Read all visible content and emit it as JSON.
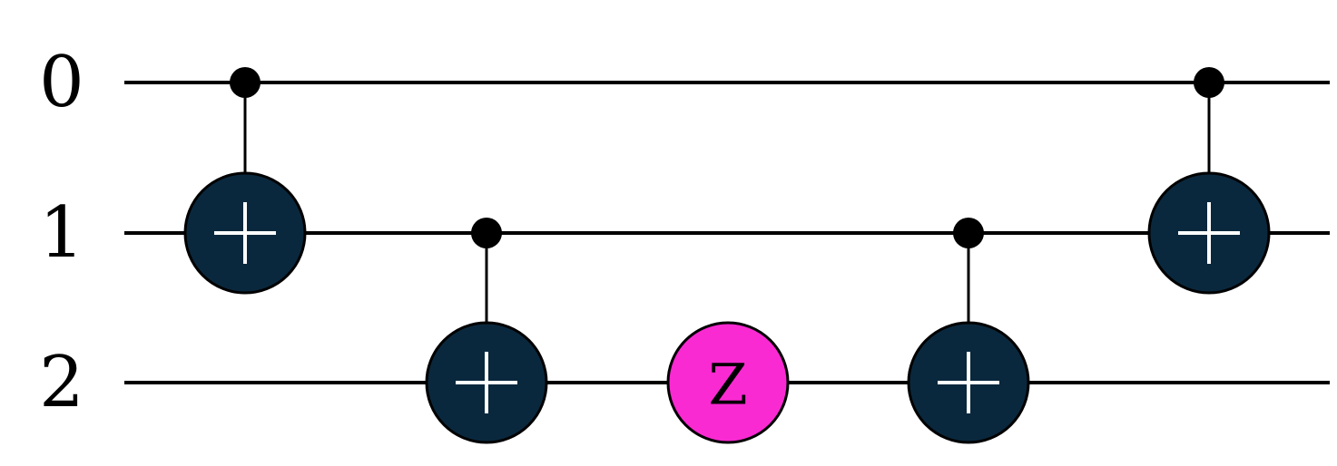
{
  "circuit": {
    "qubits": [
      {
        "label": "0"
      },
      {
        "label": "1"
      },
      {
        "label": "2"
      }
    ],
    "gates": [
      {
        "type": "cx",
        "control": 0,
        "target": 1,
        "step": 1
      },
      {
        "type": "cx",
        "control": 1,
        "target": 2,
        "step": 2
      },
      {
        "type": "z",
        "qubit": 2,
        "label": "Z",
        "step": 3
      },
      {
        "type": "cx",
        "control": 1,
        "target": 2,
        "step": 4
      },
      {
        "type": "cx",
        "control": 0,
        "target": 1,
        "step": 5
      }
    ]
  },
  "colors": {
    "cx_fill": "#0a283d",
    "cx_symbol": "#ffffff",
    "z_fill": "#fa2ad2",
    "z_text": "#000000",
    "wire": "#000000"
  }
}
